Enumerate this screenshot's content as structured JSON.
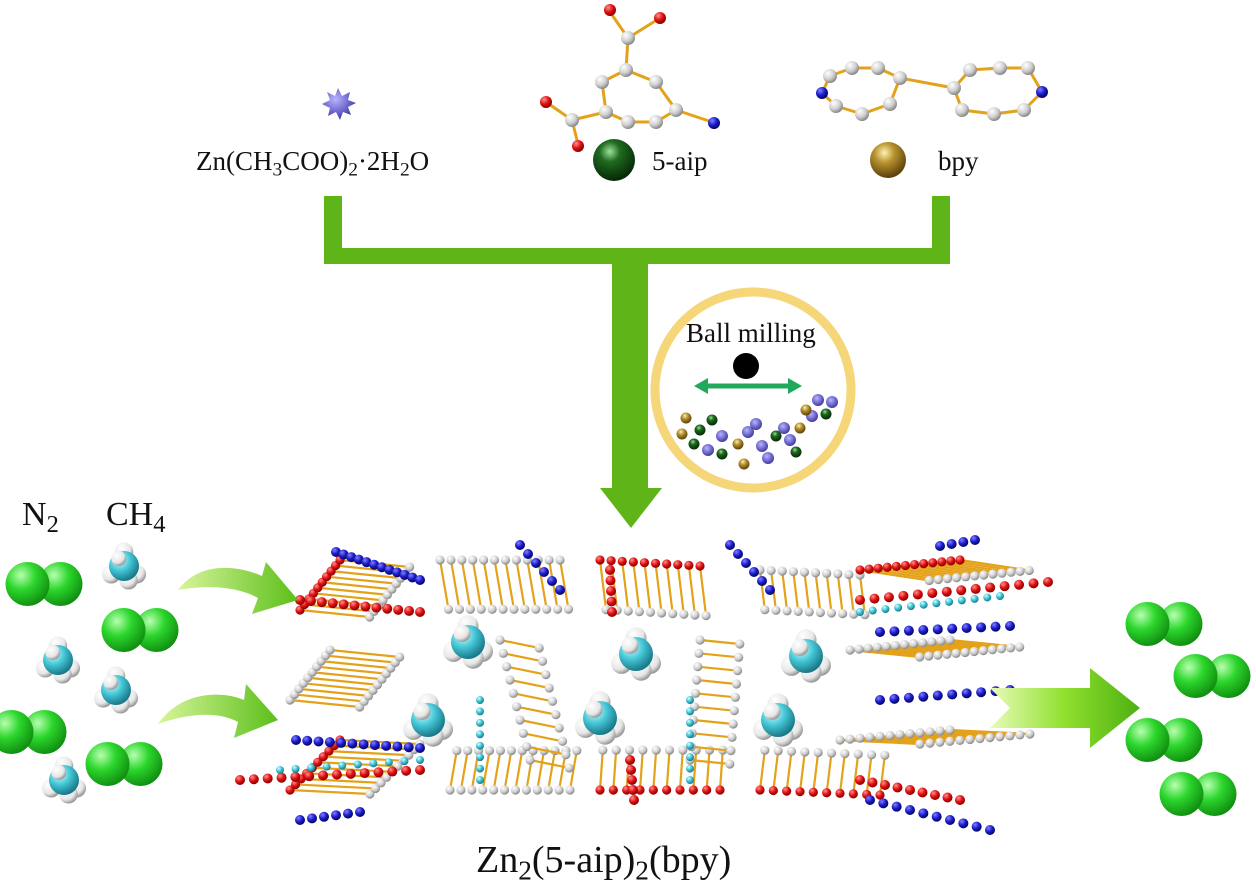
{
  "reagents": {
    "zinc_salt": {
      "main": "Zn(CH",
      "sub1": "3",
      "mid": "COO)",
      "sub2": "2",
      "mid2": "·2H",
      "sub3": "2",
      "tail": "O"
    },
    "ligand_aip": "5-aip",
    "ligand_bpy": "bpy"
  },
  "process": {
    "label": "Ball milling"
  },
  "gases": {
    "n2": {
      "main": "N",
      "sub": "2"
    },
    "ch4": {
      "main": "CH",
      "sub": "4"
    }
  },
  "product": {
    "a": "Zn",
    "s1": "2",
    "b": "(5-aip)",
    "s2": "2",
    "c": "(bpy)"
  },
  "colors": {
    "arrow_green": "#5fb518",
    "n2_green": "#27d127",
    "ch4_cyan": "#46c8d8",
    "oxygen_red": "#e01010",
    "nitrogen_blue": "#1c1ccc",
    "carbon_gray": "#c8c8c8",
    "bond_orange": "#e3a21a",
    "zinc_purple": "#6a63c8",
    "aip_dark_green": "#1f6b1f",
    "bpy_gold": "#b8922e",
    "ball_black": "#000000",
    "circle_yellow": "#f5d77a"
  },
  "icons": [
    "zinc-cluster-icon",
    "aip-ball-icon",
    "bpy-ball-icon",
    "milling-ball-icon",
    "n2-molecule-icon",
    "ch4-molecule-icon",
    "flow-arrow-icon"
  ]
}
